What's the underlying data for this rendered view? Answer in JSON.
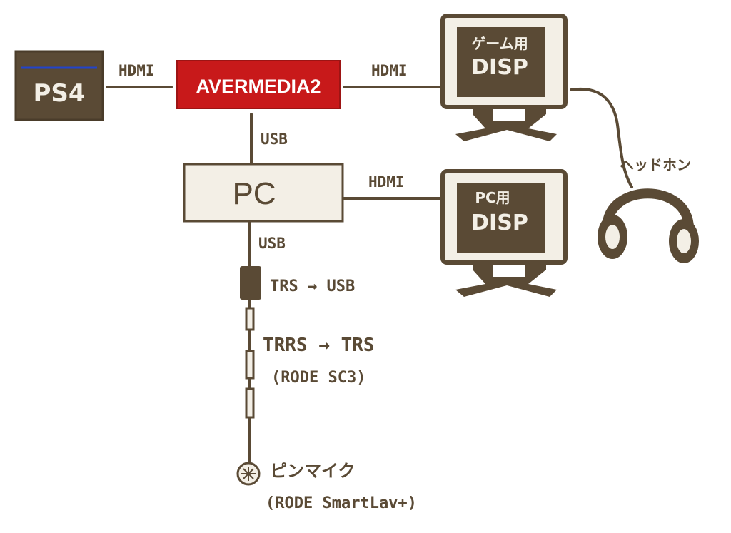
{
  "colors": {
    "ink": "#5a4a35",
    "screen_fill": "#f3efe6",
    "avermedia_fill": "#c8191a",
    "ps4_stripe": "#2244cc"
  },
  "nodes": {
    "ps4": "PS4",
    "avermedia": "AVERMEDIA2",
    "game_display_line1": "ゲーム用",
    "game_display_line2": "DISP",
    "pc": "PC",
    "pc_display_line1": "PC用",
    "pc_display_line2": "DISP",
    "headphones": "ヘッドホン",
    "pin_mic": "ピンマイク",
    "pin_mic_model": "(RODE SmartLav+)"
  },
  "connections": {
    "ps4_avermedia": "HDMI",
    "avermedia_game_display": "HDMI",
    "avermedia_pc": "USB",
    "pc_pc_display": "HDMI",
    "pc_adapter": "USB",
    "trs_usb": "TRS → USB",
    "trrs_trs": "TRRS → TRS",
    "trrs_trs_model": "(RODE SC3)"
  }
}
